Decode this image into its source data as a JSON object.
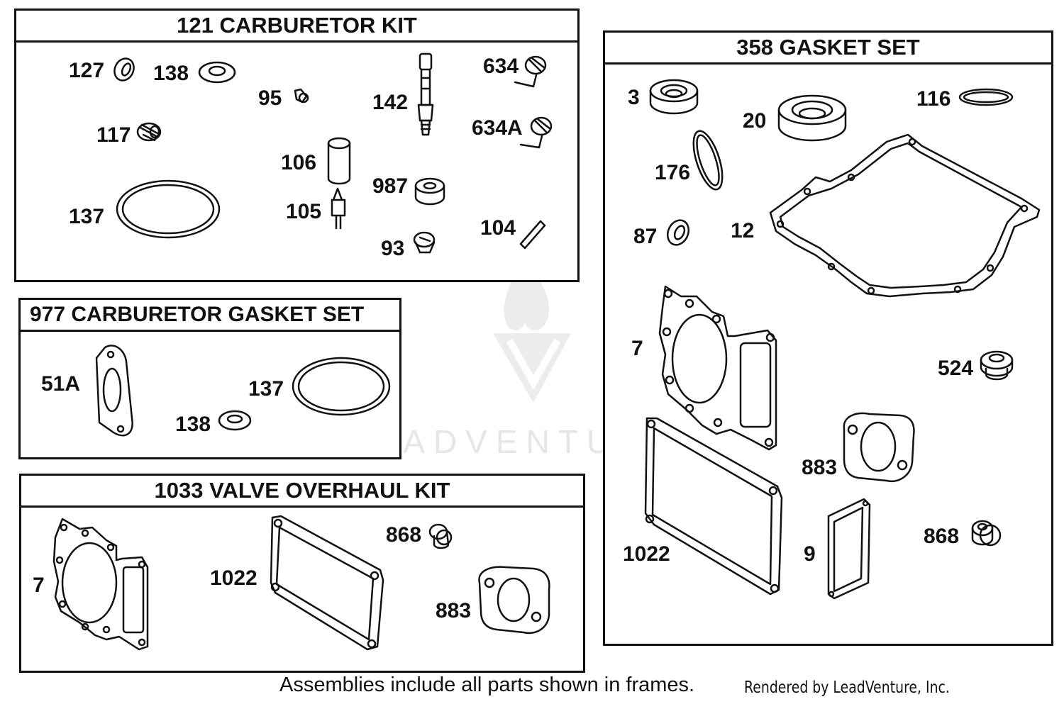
{
  "kits": [
    {
      "title": "121 CARBURETOR KIT",
      "parts": [
        "127",
        "138",
        "95",
        "142",
        "634",
        "117",
        "634A",
        "106",
        "987",
        "137",
        "105",
        "104",
        "93"
      ]
    },
    {
      "title": "977 CARBURETOR GASKET SET",
      "parts": [
        "51A",
        "137",
        "138"
      ]
    },
    {
      "title": "1033 VALVE OVERHAUL KIT",
      "parts": [
        "868",
        "7",
        "1022",
        "883"
      ]
    },
    {
      "title": "358 GASKET SET",
      "parts": [
        "3",
        "20",
        "116",
        "176",
        "87",
        "12",
        "7",
        "524",
        "883",
        "1022",
        "9",
        "868"
      ]
    }
  ],
  "footer": {
    "note": "Assemblies include all parts shown in frames.",
    "credit": "Rendered by LeadVenture, Inc."
  },
  "watermark": {
    "text": "LEADVENTURE"
  }
}
